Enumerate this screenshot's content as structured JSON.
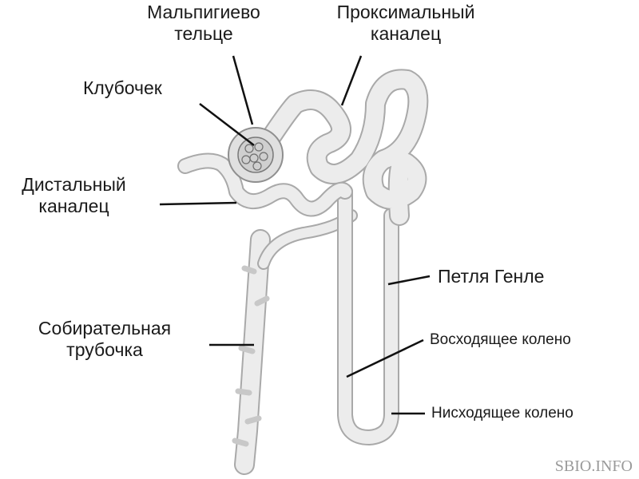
{
  "labels": {
    "malpighian_body": [
      "Мальпигиево",
      "тельце"
    ],
    "proximal_tubule": [
      "Проксимальный",
      "каналец"
    ],
    "glomerulus": "Клубочек",
    "distal_tubule": [
      "Дистальный",
      "каналец"
    ],
    "loop_of_henle": "Петля Генле",
    "collecting_duct": [
      "Собирательная",
      "трубочка"
    ],
    "ascending_limb": "Восходящее колено",
    "descending_limb": "Нисходящее колено"
  },
  "watermark": "SBIO.INFO",
  "colors": {
    "tubule_fill": "#ececec",
    "tubule_edge": "#a9a9a9",
    "leader": "#111111",
    "text": "#1a1a1a"
  }
}
